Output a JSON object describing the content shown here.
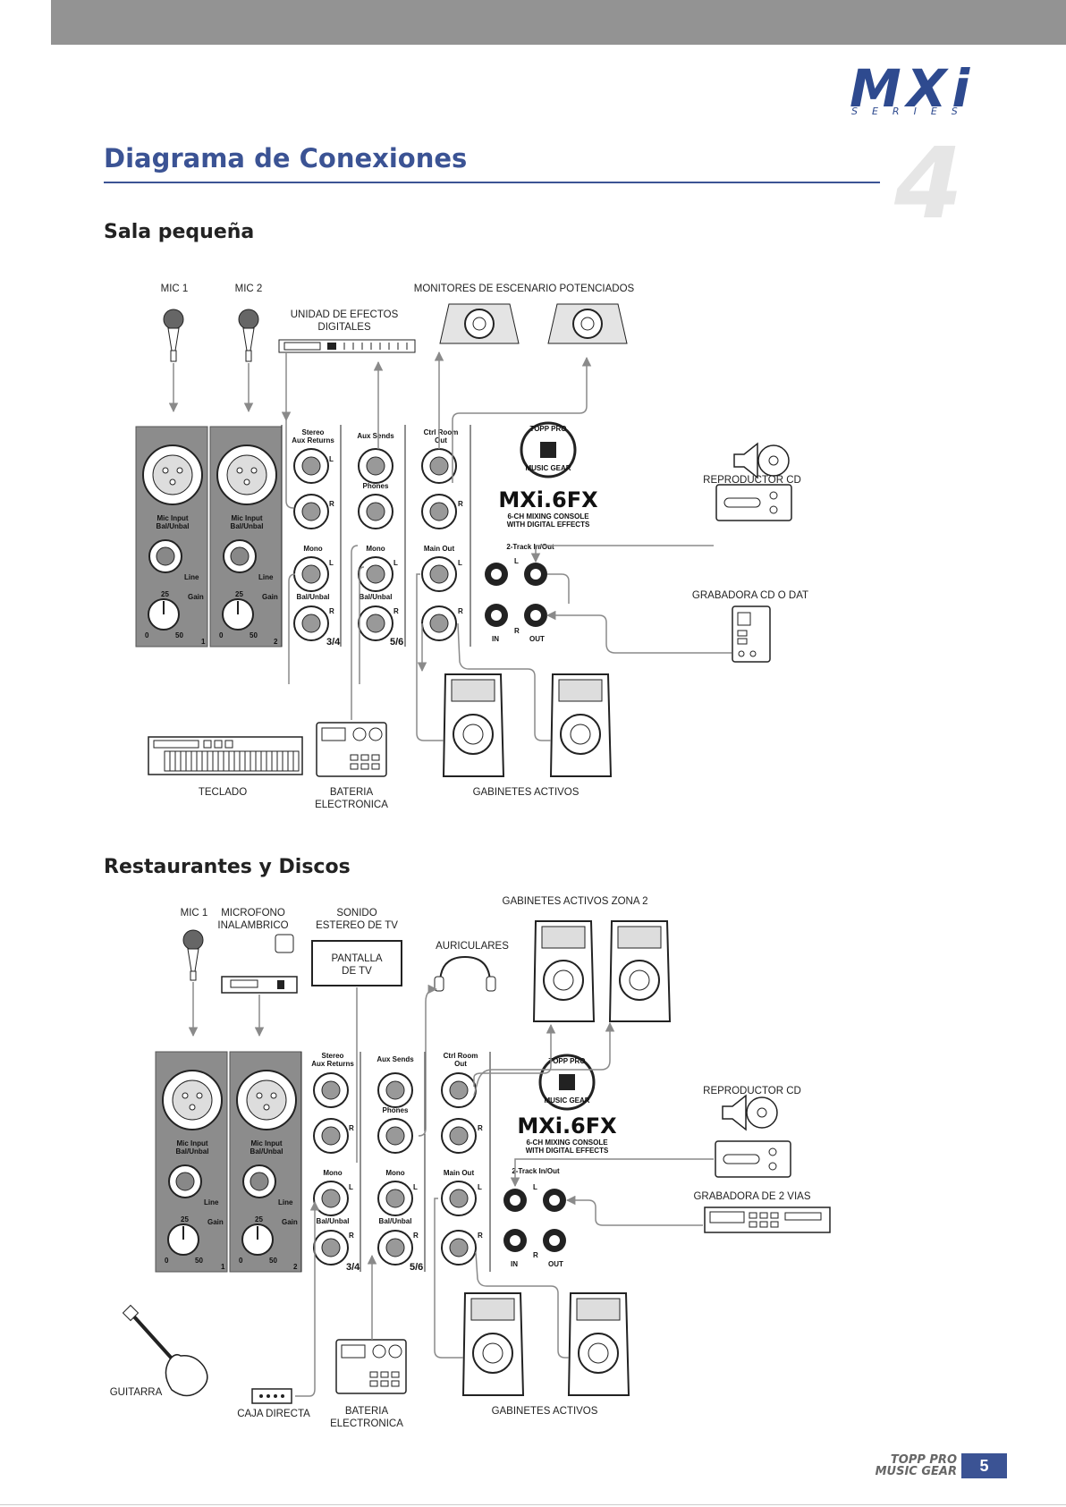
{
  "header": {
    "logo_main": "MXi",
    "logo_sub": "SERIES",
    "chapter_number": "4"
  },
  "page_title": "Diagrama de Conexiones",
  "section1": {
    "title": "Sala pequeña",
    "labels": {
      "mic1": "MIC 1",
      "mic2": "MIC 2",
      "fx_line1": "UNIDAD DE EFECTOS",
      "fx_line2": "DIGITALES",
      "monitors": "MONITORES DE ESCENARIO POTENCIADOS",
      "cd_player": "REPRODUCTOR CD",
      "recorder": "GRABADORA CD O DAT",
      "keyboard": "TECLADO",
      "drum_line1": "BATERIA",
      "drum_line2": "ELECTRONICA",
      "speakers": "GABINETES ACTIVOS"
    }
  },
  "section2": {
    "title": "Restaurantes y Discos",
    "labels": {
      "mic1": "MIC 1",
      "wireless_line1": "MICROFONO",
      "wireless_line2": "INALAMBRICO",
      "tv_line1": "SONIDO",
      "tv_line2": "ESTEREO DE TV",
      "tv_screen_line1": "PANTALLA",
      "tv_screen_line2": "DE TV",
      "headphones": "AURICULARES",
      "zone2": "GABINETES ACTIVOS ZONA 2",
      "cd_player": "REPRODUCTOR CD",
      "recorder": "GRABADORA DE 2 VIAS",
      "guitar": "GUITARRA",
      "di_box": "CAJA DIRECTA",
      "drum_line1": "BATERIA",
      "drum_line2": "ELECTRONICA",
      "speakers": "GABINETES ACTIVOS"
    }
  },
  "mixer": {
    "brand_line1": "TOPP PRO",
    "brand_line2": "MUSIC GEAR",
    "model": "MXi.6FX",
    "desc_line1": "6-CH MIXING CONSOLE",
    "desc_line2": "WITH DIGITAL EFFECTS",
    "mic_input_line1": "Mic Input",
    "mic_input_line2": "Bal/Unbal",
    "line": "Line",
    "gain": "Gain",
    "gain_min": "0",
    "gain_mid": "25",
    "gain_max": "50",
    "ch1": "1",
    "ch2": "2",
    "stereo_line1": "Stereo",
    "stereo_line2": "Aux Returns",
    "aux_sends": "Aux Sends",
    "phones": "Phones",
    "ctrl_line1": "Ctrl Room",
    "ctrl_line2": "Out",
    "mono": "Mono",
    "bal_unbal": "Bal/Unbal",
    "main_out": "Main Out",
    "two_track": "2-Track In/Out",
    "in": "IN",
    "out": "OUT",
    "l": "L",
    "r": "R",
    "ch34": "3/4",
    "ch56": "5/6"
  },
  "footer": {
    "brand_line1": "TOPP PRO",
    "brand_line2": "MUSIC GEAR",
    "page_number": "5"
  }
}
